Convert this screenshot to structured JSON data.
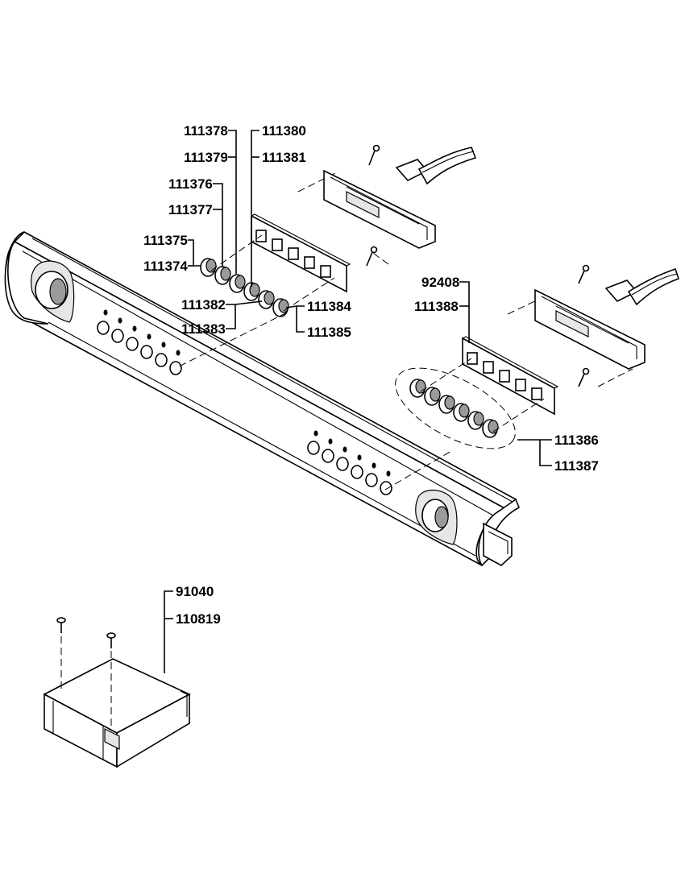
{
  "labels": {
    "p111378": "111378",
    "p111380": "111380",
    "p111379": "111379",
    "p111381": "111381",
    "p111376": "111376",
    "p111377": "111377",
    "p111375": "111375",
    "p111374": "111374",
    "p111382": "111382",
    "p111383": "111383",
    "p111384": "111384",
    "p111385": "111385",
    "p92408": "92408",
    "p111388": "111388",
    "p111386": "111386",
    "p111387": "111387",
    "p91040": "91040",
    "p110819": "110819"
  },
  "colors": {
    "line": "#000000",
    "fill": "#ffffff",
    "shade": "#e6e6e6"
  },
  "icons": {
    "knob": "knob-icon",
    "screw": "screw-icon",
    "ribbon": "ribbon-cable-icon"
  }
}
